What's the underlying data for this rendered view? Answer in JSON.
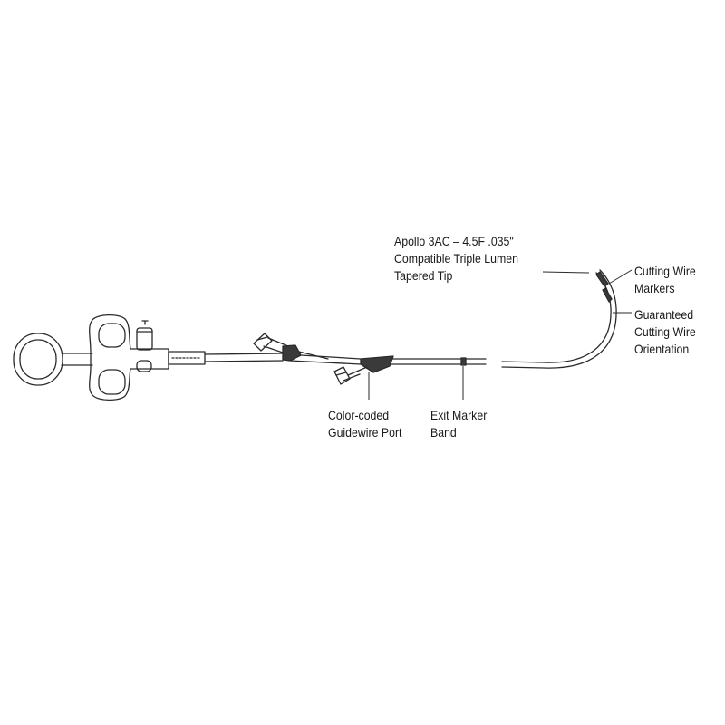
{
  "labels": {
    "tip_title": {
      "line1": "Apollo 3AC – 4.5F .035\"",
      "line2": "Compatible Triple Lumen",
      "line3": "Tapered Tip"
    },
    "cutting_wire_markers": {
      "line1": "Cutting Wire",
      "line2": "Markers"
    },
    "guaranteed_orientation": {
      "line1": "Guaranteed",
      "line2": "Cutting Wire",
      "line3": "Orientation"
    },
    "guidewire_port": {
      "line1": "Color-coded",
      "line2": "Guidewire Port"
    },
    "exit_marker_band": {
      "line1": "Exit Marker",
      "line2": "Band"
    }
  },
  "colors": {
    "stroke": "#2a2a2a",
    "fill_dark": "#3a3a3a",
    "background": "#ffffff"
  }
}
